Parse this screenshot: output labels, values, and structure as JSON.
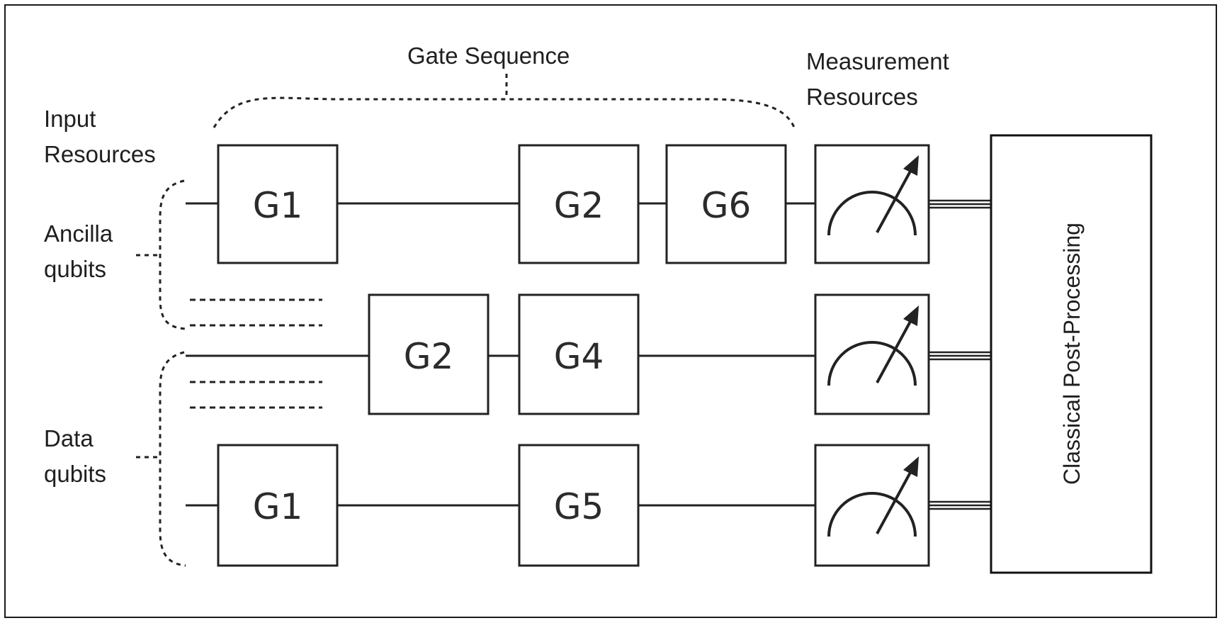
{
  "labels": {
    "gate_sequence": "Gate Sequence",
    "measurement_line1": "Measurement",
    "measurement_line2": "Resources",
    "input_line1": "Input",
    "input_line2": "Resources",
    "ancilla_line1": "Ancilla",
    "ancilla_line2": "qubits",
    "data_line1": "Data",
    "data_line2": "qubits",
    "post_processing": "Classical Post-Processing"
  },
  "gates": {
    "row1": [
      "G1",
      "G2",
      "G6"
    ],
    "row2": [
      "G2",
      "G4"
    ],
    "row3": [
      "G1",
      "G5"
    ]
  },
  "meters": {
    "count": 3,
    "icon": "measurement-meter-icon"
  },
  "colors": {
    "line": "#222222",
    "text": "#1f1f1f",
    "background": "#ffffff"
  }
}
